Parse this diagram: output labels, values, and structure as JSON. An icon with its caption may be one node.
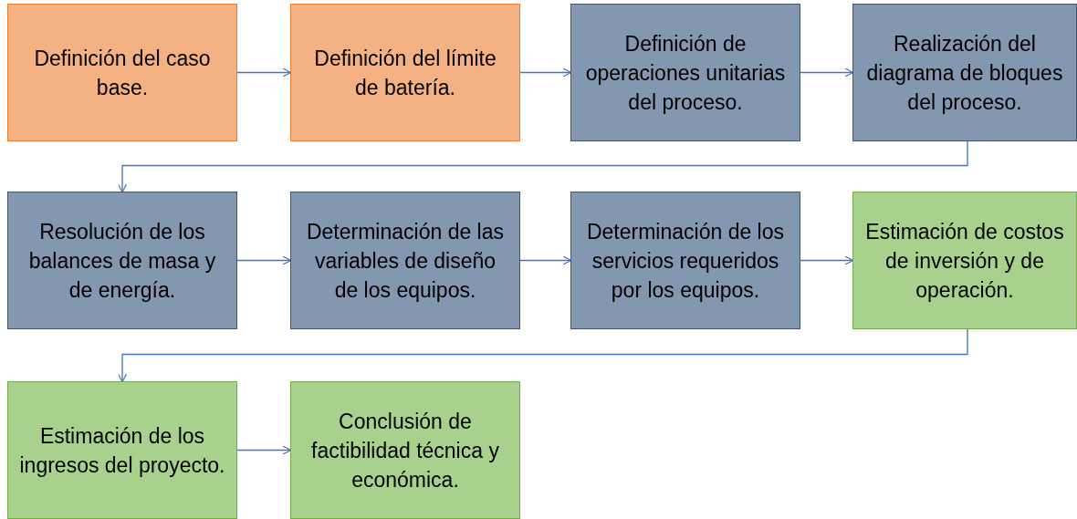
{
  "diagram": {
    "nodes": [
      {
        "text": [
          "Definición del caso base."
        ]
      },
      {
        "text": [
          "Definición del límite de batería."
        ]
      },
      {
        "text": [
          "Definición de operaciones unitarias del proceso."
        ]
      },
      {
        "text": [
          "Realización del diagrama de bloques del proceso."
        ]
      },
      {
        "text": [
          "Resolución de los balances de masa y de energía."
        ]
      },
      {
        "text": [
          "Determinación de las variables de diseño de los equipos."
        ]
      },
      {
        "text": [
          "Determinación de los servicios requeridos por los equipos."
        ]
      },
      {
        "text": [
          "Estimación de costos de inversión y de operación."
        ]
      },
      {
        "text": [
          "Estimación de los ingresos del proyecto."
        ]
      },
      {
        "text": [
          "Conclusión de factibilidad técnica y económica."
        ]
      }
    ],
    "edges": [
      {
        "from": 0,
        "to": 1,
        "arrow": "to"
      },
      {
        "from": 1,
        "to": 2,
        "arrow": "to"
      },
      {
        "from": 2,
        "to": 3,
        "arrow": "to"
      },
      {
        "from": 3,
        "to": 4,
        "arrow": "to"
      },
      {
        "from": 4,
        "to": 5,
        "arrow": "to"
      },
      {
        "from": 5,
        "to": 6,
        "arrow": "to"
      },
      {
        "from": 6,
        "to": 7,
        "arrow": "to"
      },
      {
        "from": 7,
        "to": 8,
        "arrow": "to"
      },
      {
        "from": 8,
        "to": 9,
        "arrow": "to"
      }
    ]
  }
}
